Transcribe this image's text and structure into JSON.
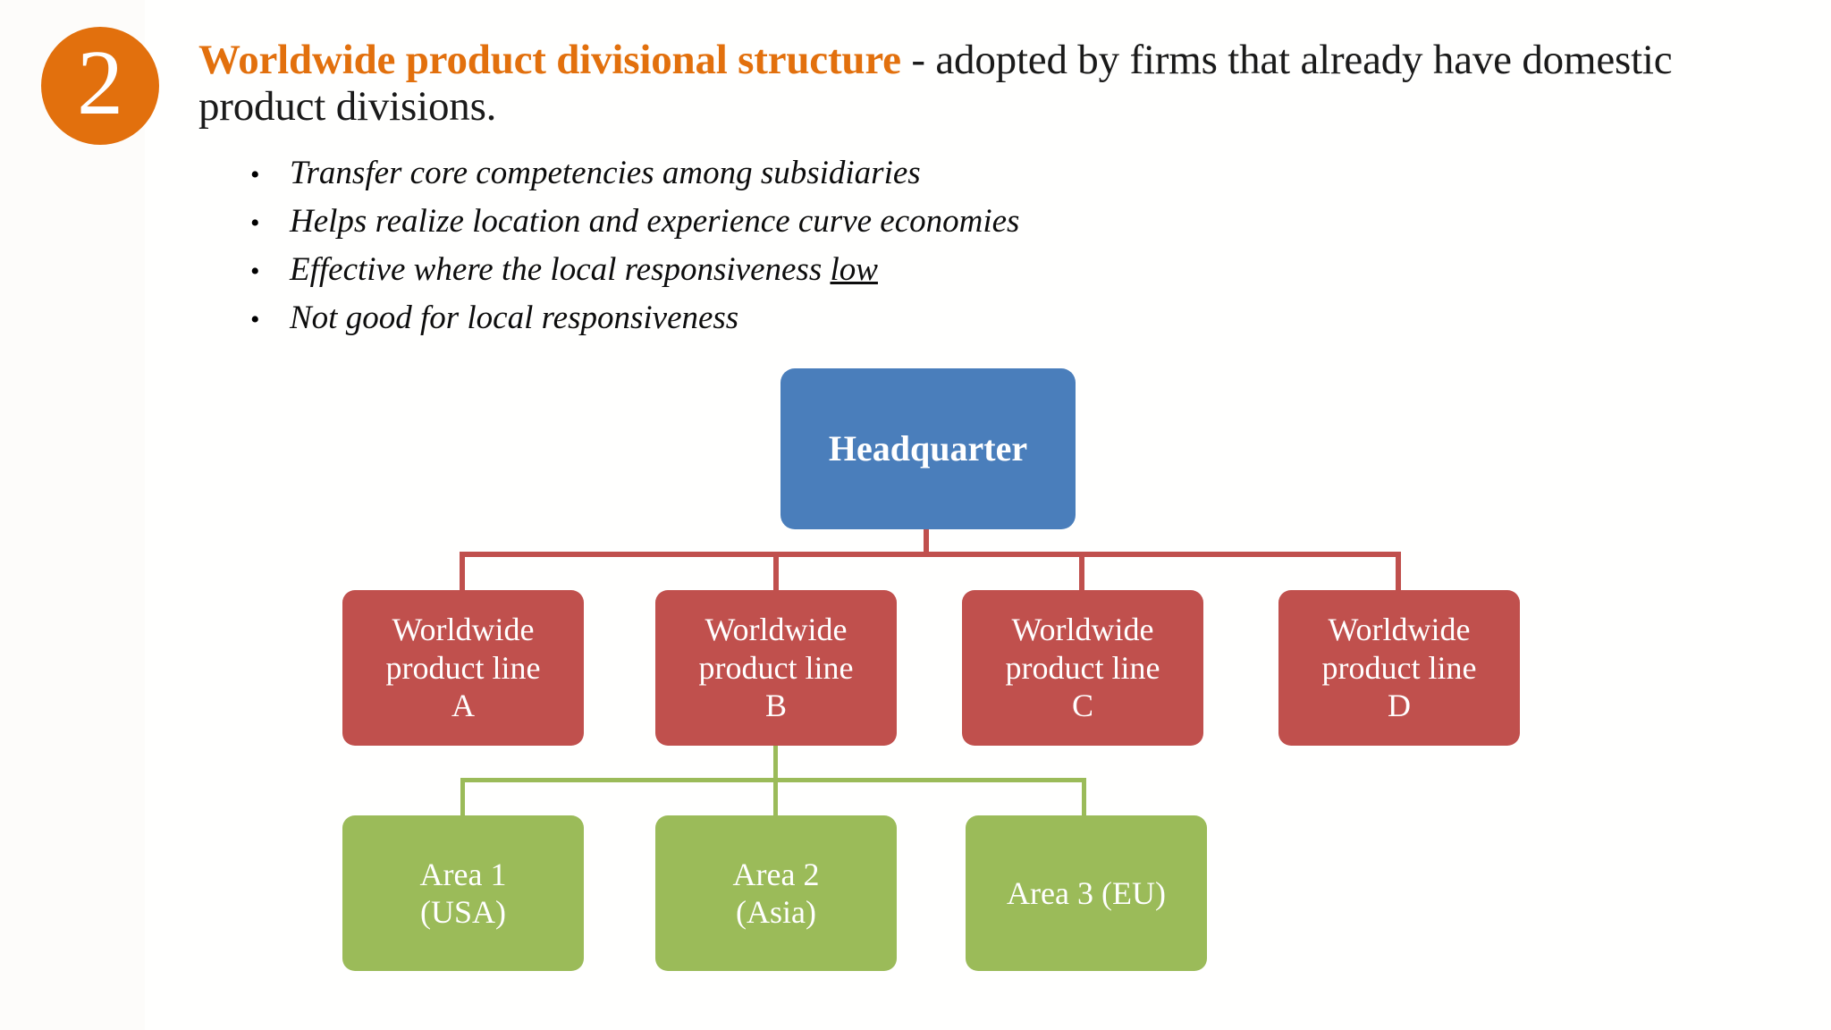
{
  "slide": {
    "number_badge": "2",
    "title": {
      "accent": "Worldwide product divisional structure",
      "rest": " - adopted by firms that already have domestic product divisions.",
      "accent_color": "#E2700D"
    },
    "bullets": [
      {
        "marker": "•",
        "text": "Transfer core competencies among subsidiaries",
        "underlined_tail": ""
      },
      {
        "marker": "•",
        "text": "Helps realize location and experience curve economies",
        "underlined_tail": ""
      },
      {
        "marker": "•",
        "text": "Effective where the local responsiveness ",
        "underlined_tail": "low"
      },
      {
        "marker": "•",
        "text": "Not good for local responsiveness",
        "underlined_tail": ""
      }
    ]
  },
  "chart_data": {
    "type": "diagram",
    "diagram_kind": "organizational-hierarchy",
    "title": "Worldwide product divisional structure",
    "colors": {
      "root": "#4A7EBB",
      "level2": "#C0504D",
      "level3": "#9BBB59",
      "connector_level2": "#C0504D",
      "connector_level3": "#9BBB59"
    },
    "nodes": {
      "headquarter": {
        "label": "Headquarter",
        "level": 1
      },
      "product_line_a": {
        "label": "Worldwide\nproduct line\nA",
        "level": 2
      },
      "product_line_b": {
        "label": "Worldwide\nproduct line\nB",
        "level": 2
      },
      "product_line_c": {
        "label": "Worldwide\nproduct line\nC",
        "level": 2
      },
      "product_line_d": {
        "label": "Worldwide\nproduct line\nD",
        "level": 2
      },
      "area_1": {
        "label": "Area 1\n(USA)",
        "level": 3
      },
      "area_2": {
        "label": "Area 2\n(Asia)",
        "level": 3
      },
      "area_3": {
        "label": "Area 3 (EU)",
        "level": 3
      }
    },
    "edges": [
      [
        "headquarter",
        "product_line_a"
      ],
      [
        "headquarter",
        "product_line_b"
      ],
      [
        "headquarter",
        "product_line_c"
      ],
      [
        "headquarter",
        "product_line_d"
      ],
      [
        "product_line_b",
        "area_1"
      ],
      [
        "product_line_b",
        "area_2"
      ],
      [
        "product_line_b",
        "area_3"
      ]
    ]
  }
}
